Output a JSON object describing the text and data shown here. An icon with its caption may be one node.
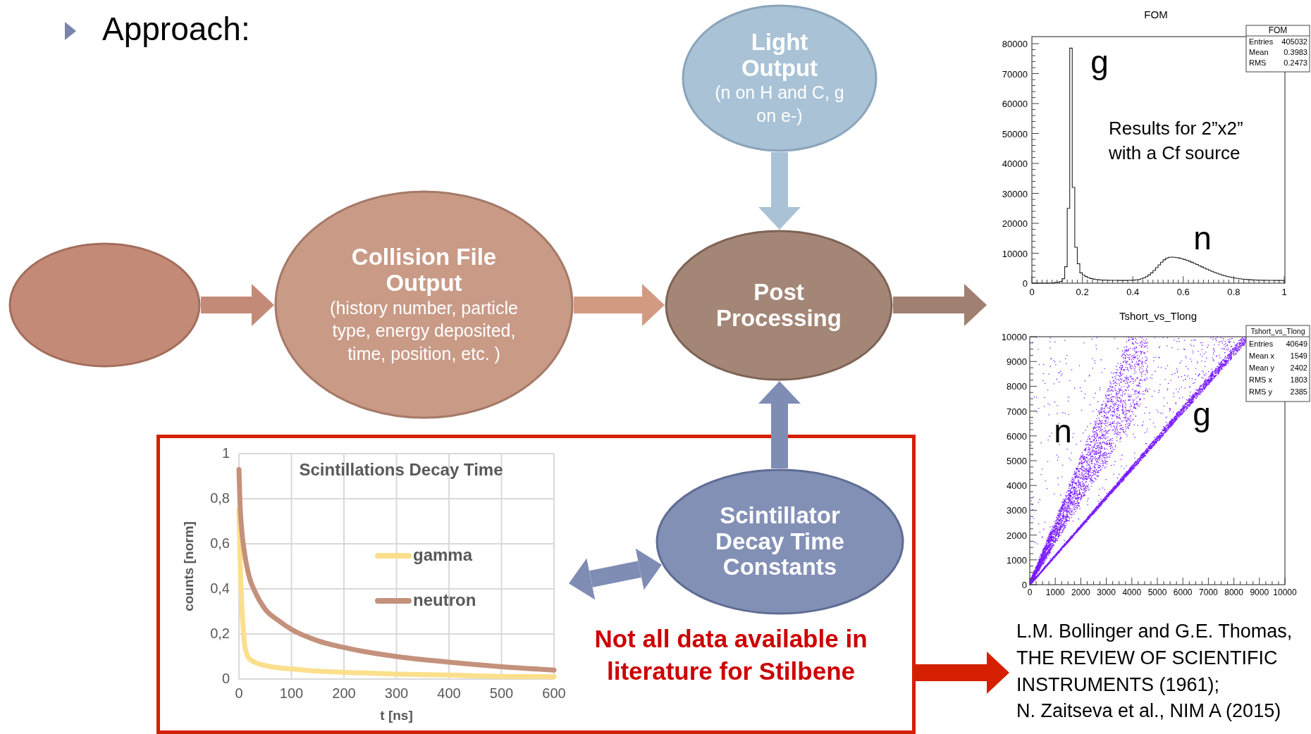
{
  "diagram": {
    "title": "Approach:",
    "nodes": [
      {
        "text": [],
        "shape": "circle"
      },
      {
        "text": [
          "Collision File Output",
          "(history number, particle type, energy deposited, time, position, etc. )"
        ]
      },
      {
        "text": [
          "Light Output",
          "(n on H and C, g on e-)"
        ]
      },
      {
        "text": [
          "Post Processing"
        ]
      },
      {
        "text": [
          "Not all data available in literature for Stilbene"
        ]
      },
      {
        "text": [],
        "shape": "picture",
        "in": 4
      },
      {
        "text": [
          "Scintillator Decay Time Constants"
        ],
        "in": 4
      },
      {
        "text": [],
        "shape": "picture"
      },
      {
        "text": [
          "L.M. Bollinger and G.E. Thomas, THE REVIEW OF SCIENTIFIC INSTRUMENTS (1961);",
          "N. Zaitseva et al., NIM A (2015)"
        ]
      }
    ],
    "edges": [
      {
        "from": 0,
        "to": 1,
        "arrow": "to",
        "color": "#c48a78"
      },
      {
        "from": 1,
        "to": 3,
        "arrow": "to",
        "color": "#d39a82"
      },
      {
        "from": 2,
        "to": 3,
        "arrow": "to",
        "color": "#a9c2d6"
      },
      {
        "from": 6,
        "to": 3,
        "arrow": "to",
        "color": "#7f8cb4"
      },
      {
        "from": 3,
        "to": 7,
        "arrow": "to",
        "color": "#a08070"
      },
      {
        "from": 5,
        "to": 6,
        "arrow": "both",
        "color": "#7f8cb4"
      },
      {
        "from": 4,
        "to": 8,
        "arrow": "to",
        "color": "#d42000"
      }
    ],
    "labels": [
      "FOM",
      "FOM",
      "Entries",
      "405032",
      "Mean",
      "0.3983",
      "RMS",
      "0.2473",
      "80000",
      "70000",
      "60000",
      "50000",
      "40000",
      "30000",
      "20000",
      "10000",
      "0",
      "0",
      "0.2",
      "0.4",
      "0.6",
      "0.8",
      "1",
      "g",
      "n",
      "Results for 2”x2” with a Cf source",
      "Tshort_vs_Tlong",
      "Tshort_vs_Tlong",
      "Entries",
      "40649",
      "Mean x",
      "1549",
      "Mean y",
      "2402",
      "RMS x",
      "1803",
      "RMS y",
      "2385",
      "10000",
      "9000",
      "8000",
      "7000",
      "6000",
      "5000",
      "4000",
      "3000",
      "2000",
      "1000",
      "0",
      "0",
      "1000",
      "2000",
      "3000",
      "4000",
      "5000",
      "6000",
      "7000",
      "8000",
      "9000",
      "10000",
      "n",
      "g"
    ],
    "chart_data": {
      "type": "line",
      "title": "Scintillations Decay Time",
      "xlabel": "t [ns]",
      "ylabel": "counts [norm]",
      "x": [
        0,
        2,
        5,
        10,
        15,
        20,
        30,
        50,
        75,
        100,
        150,
        200,
        300,
        400,
        500,
        600
      ],
      "series": [
        {
          "name": "gamma",
          "color": "#fbdf8c",
          "values": [
            0.75,
            0.55,
            0.35,
            0.17,
            0.11,
            0.09,
            0.075,
            0.06,
            0.05,
            0.045,
            0.035,
            0.03,
            0.022,
            0.018,
            0.012,
            0.01
          ]
        },
        {
          "name": "neutron",
          "color": "#c4917c",
          "values": [
            0.93,
            0.78,
            0.67,
            0.57,
            0.5,
            0.45,
            0.39,
            0.31,
            0.26,
            0.22,
            0.17,
            0.14,
            0.1,
            0.075,
            0.055,
            0.04
          ]
        }
      ],
      "grid": true,
      "legend": "right",
      "xlim": [
        0,
        600
      ],
      "ylim": [
        0,
        1
      ],
      "xticks": [
        0,
        100,
        200,
        300,
        400,
        500,
        600
      ],
      "yticks": [
        0,
        {
          "value": 0.2,
          "label": "0,2"
        },
        {
          "value": 0.4,
          "label": "0,4"
        },
        {
          "value": 0.6,
          "label": "0,6"
        },
        {
          "value": 0.8,
          "label": "0,8"
        },
        1
      ]
    }
  }
}
